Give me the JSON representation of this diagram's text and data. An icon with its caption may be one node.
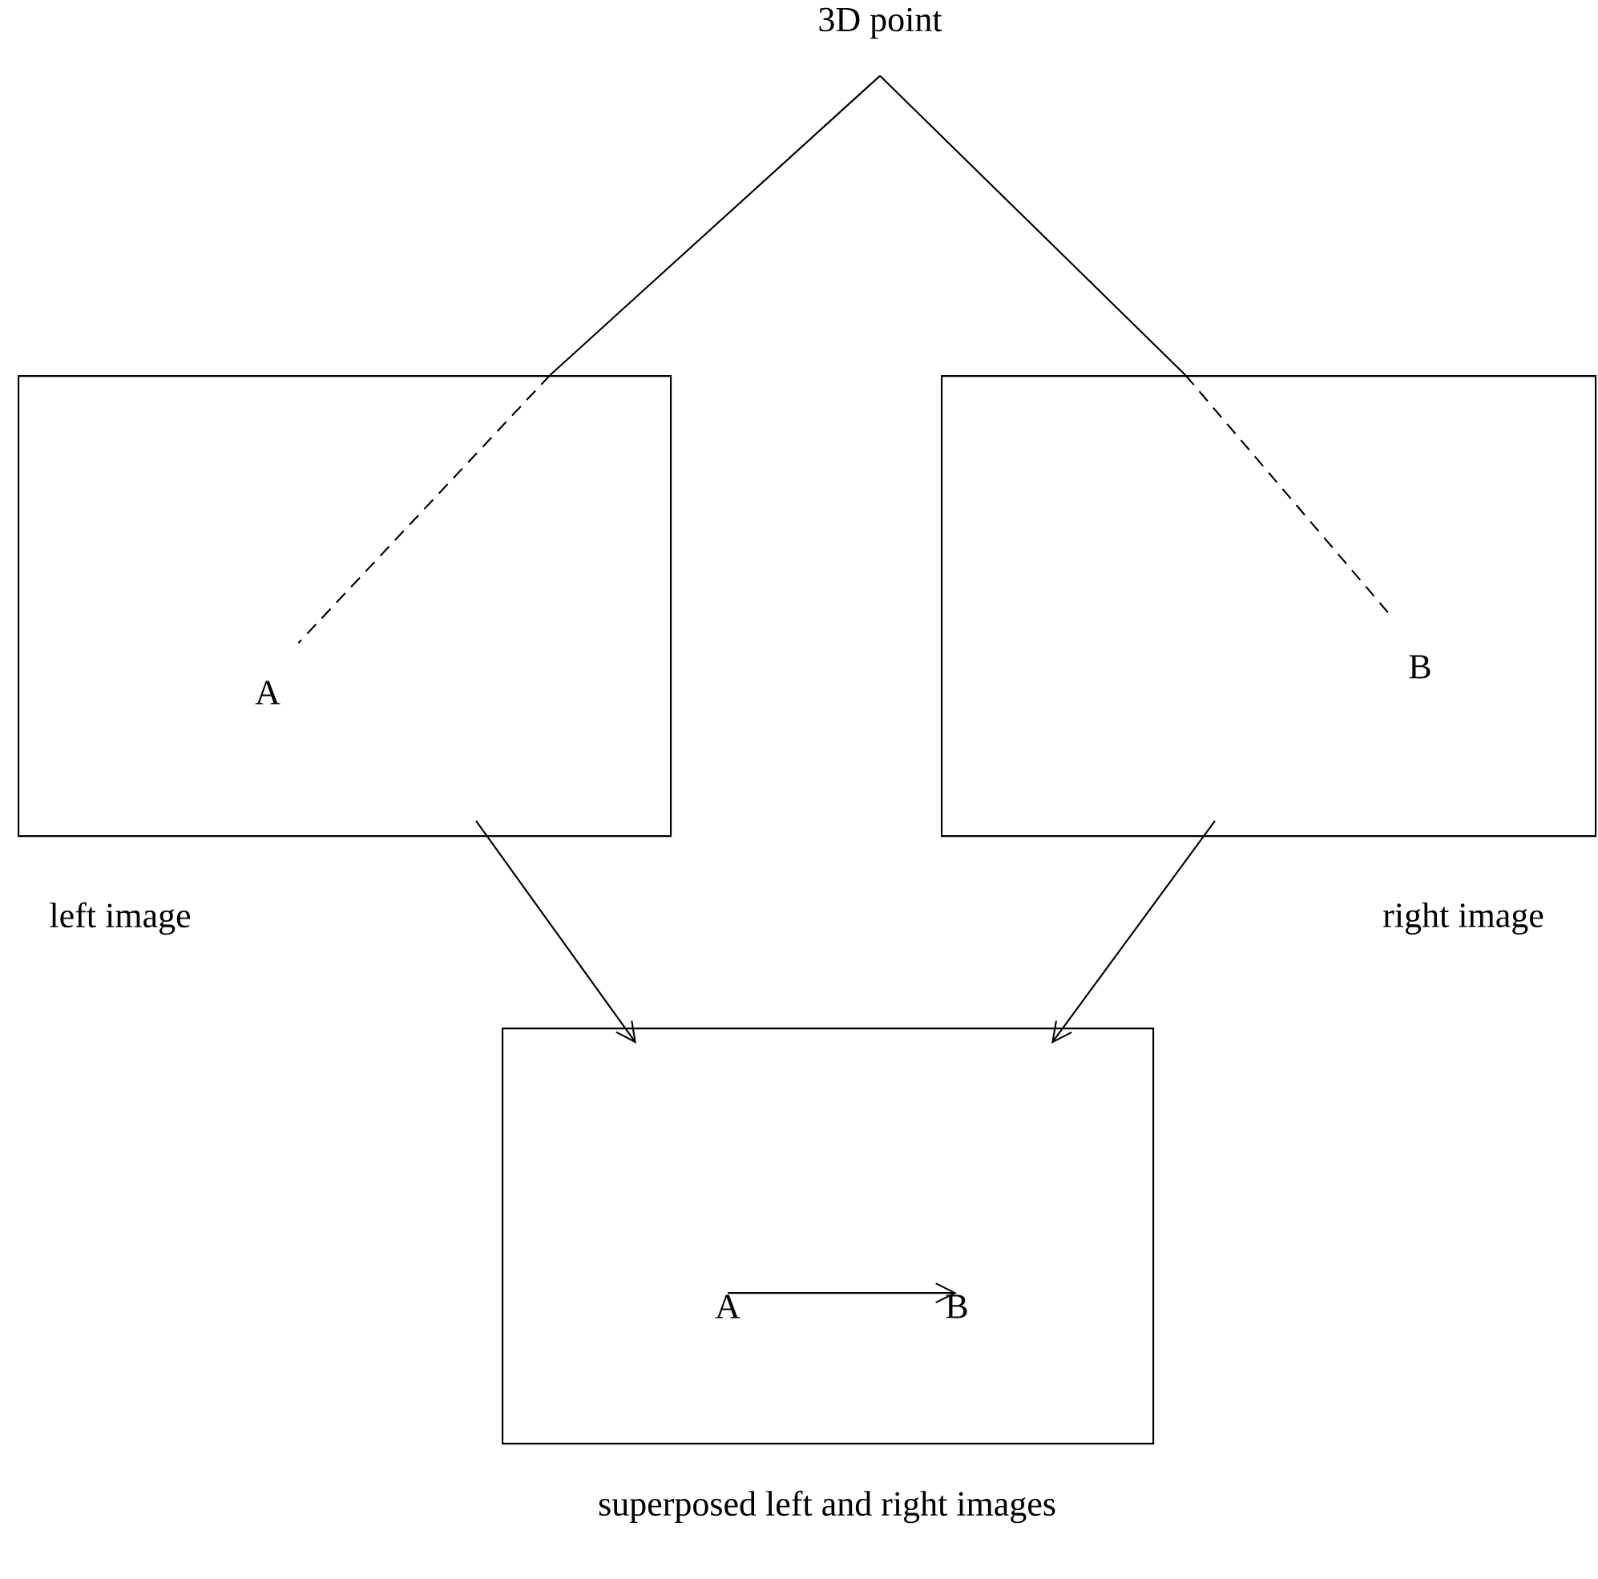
{
  "diagram": {
    "nodes": [
      {
        "text": [
          "3D point"
        ]
      },
      {
        "text": [],
        "shape": "box",
        "beside": [
          "left image"
        ]
      },
      {
        "text": [],
        "shape": "box",
        "beside": [
          "right image"
        ]
      },
      {
        "text": [
          "A"
        ],
        "in": 1
      },
      {
        "text": [
          "B"
        ],
        "in": 2
      },
      {
        "text": [],
        "shape": "box",
        "beside": [
          "superposed left and right images"
        ]
      },
      {
        "text": [
          "A"
        ],
        "in": 5
      },
      {
        "text": [
          "B"
        ],
        "in": 5
      }
    ],
    "edges": [
      {
        "from": 0,
        "to": 3,
        "arrow": "none"
      },
      {
        "from": 0,
        "to": 4,
        "arrow": "none"
      },
      {
        "from": 1,
        "to": 5,
        "arrow": "to"
      },
      {
        "from": 2,
        "to": 5,
        "arrow": "to"
      },
      {
        "from": 6,
        "to": 7,
        "arrow": "to"
      }
    ]
  }
}
